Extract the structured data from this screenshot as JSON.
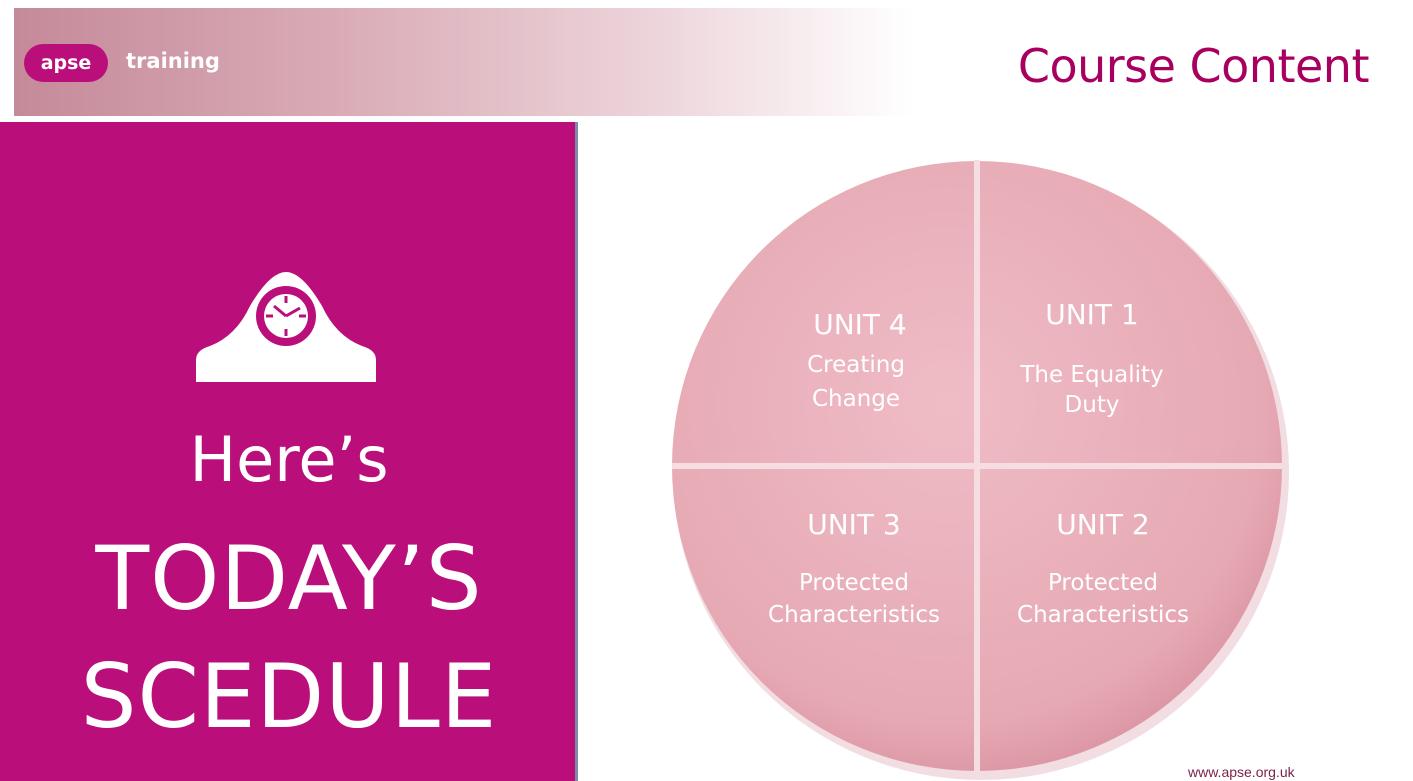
{
  "brand": {
    "badge": "apse",
    "name": "training"
  },
  "title": "Course Content",
  "panel": {
    "line1": "Here’s",
    "line2": "TODAY’S",
    "line3": "SCEDULE"
  },
  "units": [
    {
      "title": "UNIT 1",
      "desc_line1": "The Equality",
      "desc_line2": "Duty"
    },
    {
      "title": "UNIT 2",
      "desc_line1": "Protected",
      "desc_line2": "Characteristics"
    },
    {
      "title": "UNIT 3",
      "desc_line1": "Protected",
      "desc_line2": "Characteristics"
    },
    {
      "title": "UNIT 4",
      "desc_line1": "Creating",
      "desc_line2": "Change"
    }
  ],
  "footer": {
    "url": "www.apse.org.uk"
  },
  "colors": {
    "magenta": "#ba0f7a",
    "wheel": "#e8aeb8",
    "title": "#a8005f"
  },
  "icons": {
    "panel_icon": "mantel-clock-icon"
  }
}
